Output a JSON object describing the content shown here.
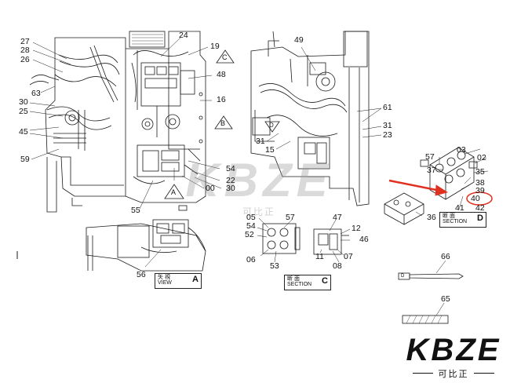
{
  "callouts": {
    "c27": "27",
    "c28": "28",
    "c26": "26",
    "c63": "63",
    "c30a": "30",
    "c25": "25",
    "c45": "45",
    "c59": "59",
    "c24": "24",
    "c19": "19",
    "c48": "48",
    "c16": "16",
    "c54a": "54",
    "c22": "22",
    "c00": "00",
    "c30b": "30",
    "c55": "55",
    "c49": "49",
    "c61": "61",
    "c31a": "31",
    "c23": "23",
    "c31b": "31",
    "c15": "15",
    "c57a": "57",
    "c03": "03",
    "c02": "02",
    "c37": "37",
    "c35": "35",
    "c38": "38",
    "c39": "39",
    "c40": "40",
    "c41": "41",
    "c42": "42",
    "c36": "36",
    "c05": "05",
    "c57b": "57",
    "c54b": "54",
    "c52": "52",
    "c06": "06",
    "c53": "53",
    "c47": "47",
    "c12": "12",
    "c46": "46",
    "c11": "11",
    "c07": "07",
    "c08": "08",
    "c56": "56",
    "c66": "66",
    "c65": "65"
  },
  "view_markers": {
    "A_lower": "A",
    "B": "B",
    "C_top": "C",
    "D": "D"
  },
  "tags": {
    "view_a": {
      "jp": "矢 視",
      "en": "VIEW",
      "letter": "A"
    },
    "section_c": {
      "jp": "断 面",
      "en": "SECTION",
      "letter": "C"
    },
    "section_d": {
      "jp": "断 面",
      "en": "SECTION",
      "letter": "D"
    }
  },
  "part66_marker": "D",
  "watermark": {
    "word": "KBZE",
    "sub": "可比正"
  },
  "logo": {
    "word": "KBZE",
    "sub": "可比正"
  },
  "colors": {
    "highlight": "#e03020",
    "ink": "#1a1a1a"
  }
}
